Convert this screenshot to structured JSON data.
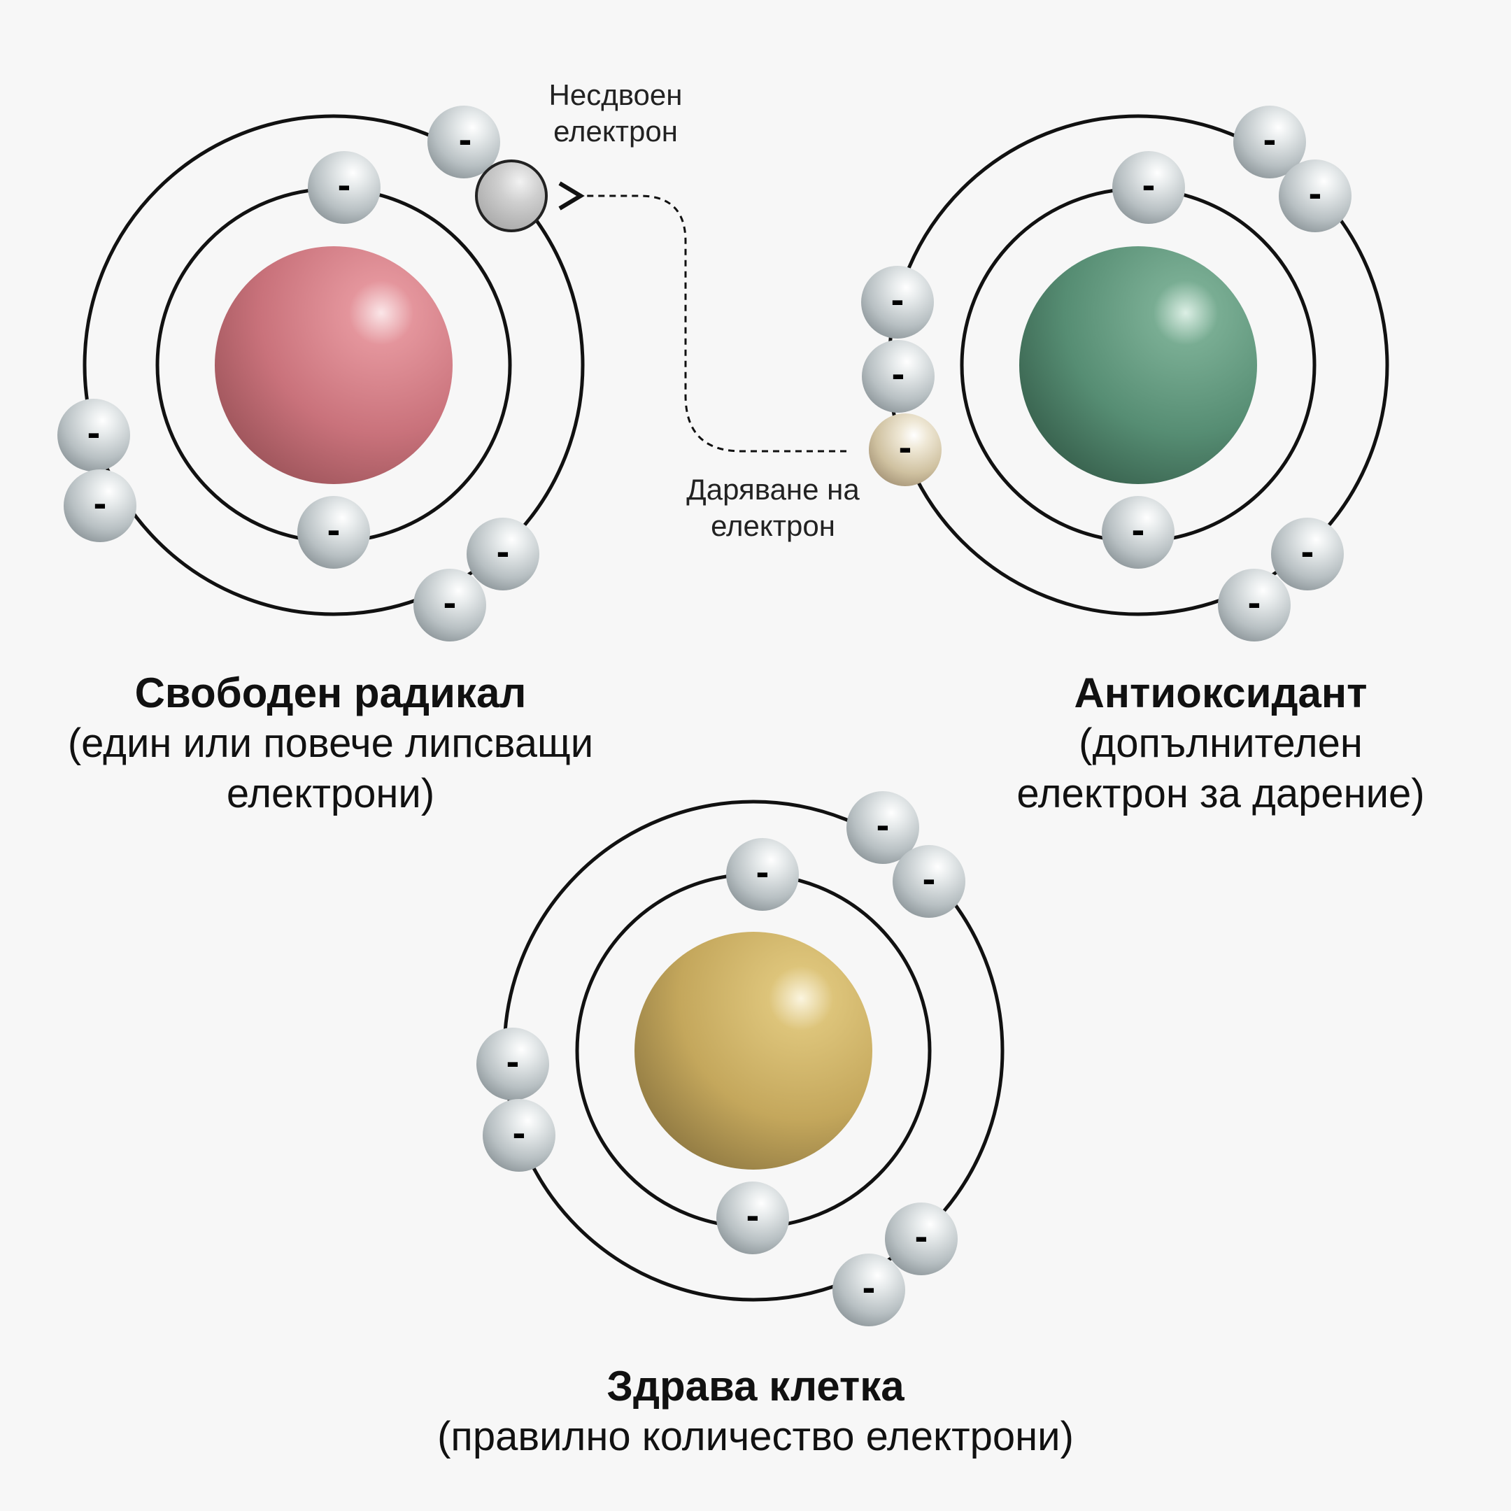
{
  "atoms": {
    "free_radical": {
      "title": "Свободен радикал",
      "subtitle": "(един или повече липсващи\nелектрони)",
      "nucleus_color": "#d97f87"
    },
    "antioxidant": {
      "title": "Антиоксидант",
      "subtitle": "(допълнителен\nелектрон за дарение)",
      "nucleus_color": "#5f9c80"
    },
    "healthy_cell": {
      "title": "Здрава клетка",
      "subtitle": "(правилно количество електрони)",
      "nucleus_color": "#d8bd6c"
    }
  },
  "labels": {
    "unpaired_electron": "Несдвоен\nелектрон",
    "electron_donation": "Даряване на\nелектрон"
  },
  "electron_sign": "-",
  "colors": {
    "electron": "#c9cfd1",
    "unpaired_electron": "#bdbdbd",
    "donated_electron": "#d8ccae",
    "orbit": "#111111",
    "background": "#f7f7f7"
  }
}
